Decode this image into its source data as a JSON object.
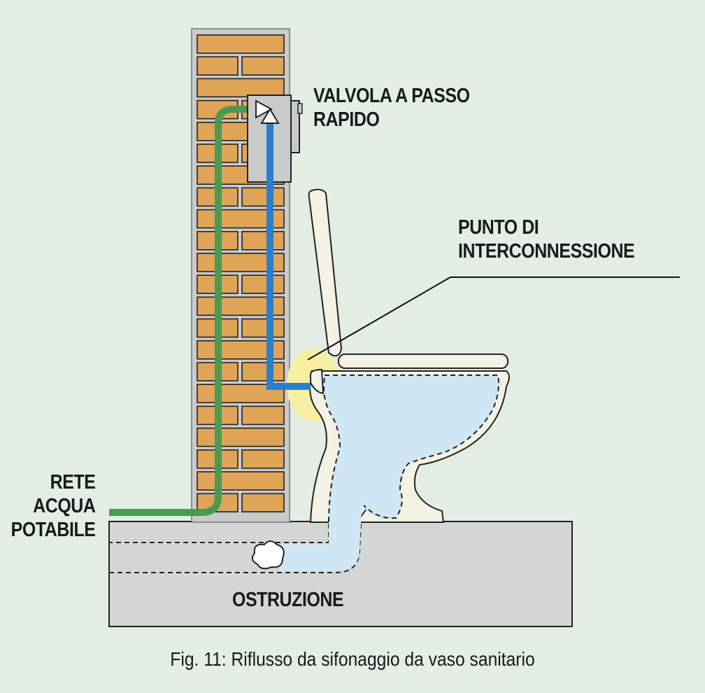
{
  "labels": {
    "valve": [
      "VALVOLA A PASSO",
      "RAPIDO"
    ],
    "interconnection": [
      "PUNTO DI",
      "INTERCONNESSIONE"
    ],
    "network": [
      "RETE",
      "ACQUA",
      "POTABILE"
    ],
    "obstruction": "OSTRUZIONE"
  },
  "caption": "Fig. 11: Riflusso da sifonaggio da vaso sanitario",
  "colors": {
    "background": "#e3ede4",
    "brick": "#e0a456",
    "mortar": "#c9cbca",
    "potable_pipe": "#4a9a52",
    "flush_pipe": "#2c7ec8",
    "water": "#cfe6f3",
    "ceramic": "#f4f2e4",
    "interconnection_highlight": "#f7f0a2",
    "floor": "#d4d6d5"
  }
}
